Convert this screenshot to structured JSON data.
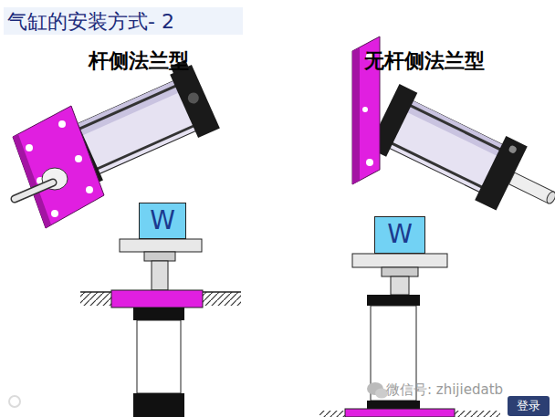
{
  "diagram": {
    "title": "气缸的安装方式- 2",
    "nodes": [
      {
        "text": [
          "W"
        ]
      },
      {
        "text": [
          "W"
        ]
      },
      {
        "text": [
          "登录"
        ]
      }
    ],
    "labels": [
      "杆侧法兰型",
      "无杆侧法兰型",
      "微信号: zhijiedatb"
    ]
  }
}
